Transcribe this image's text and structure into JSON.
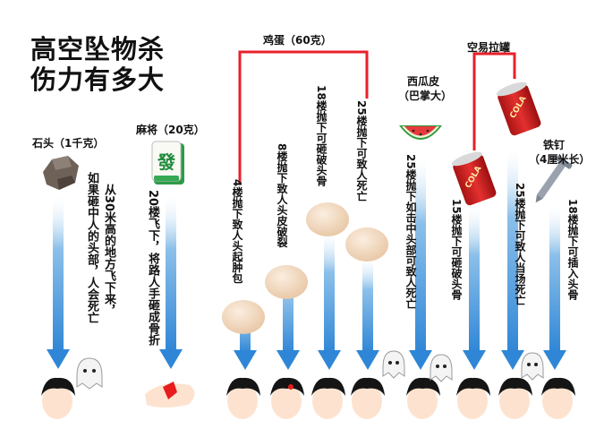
{
  "title": {
    "line1": "高空坠物杀",
    "line2": "伤力有多大"
  },
  "items": {
    "stone": {
      "label": "石头（1千克）",
      "desc1": "从30米高的地方飞下来，",
      "desc2": "如果砸中人的头部，人会死亡"
    },
    "mahjong": {
      "label": "麻将（20克）",
      "tile_glyph": "發",
      "desc": "20楼飞下，将路人手砸成骨折"
    },
    "egg": {
      "label": "鸡蛋（60克）",
      "d4": "4楼抛下致人头起肿包",
      "d8": "8楼抛下致人头皮破裂",
      "d18": "18楼抛下可砸破头骨",
      "d25": "25楼抛下可致人死亡"
    },
    "watermelon": {
      "label1": "西瓜皮",
      "label2": "（巴掌大）",
      "desc": "25楼抛下如击中头部可致人死亡"
    },
    "can": {
      "label": "空易拉罐",
      "can_text": "COLA",
      "d15": "15楼抛下可砸破头骨",
      "d25": "25楼抛下可致人当场死亡"
    },
    "nail": {
      "label1": "铁钉",
      "label2": "（4厘米长）",
      "desc": "18楼抛下可插入头骨"
    }
  },
  "colors": {
    "arrow": "#2f86d6",
    "bracket": "#e8202a",
    "egg": "#f1d9c0",
    "hair": "#151515",
    "skin": "#fde3cf"
  }
}
